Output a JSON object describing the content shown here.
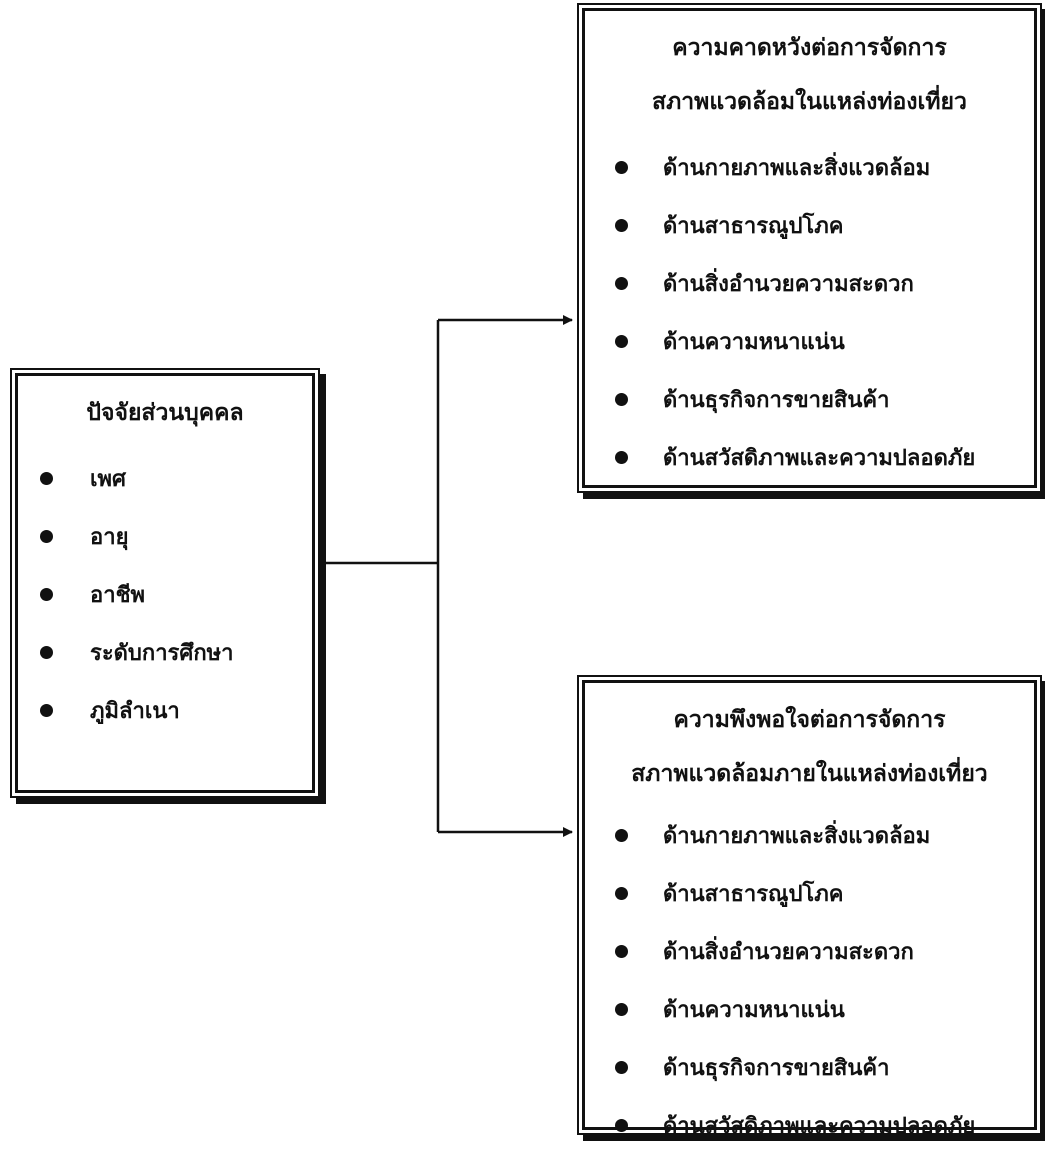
{
  "left_box": {
    "title": "ปัจจัยส่วนบุคคล",
    "items": [
      "เพศ",
      "อายุ",
      "อาชีพ",
      "ระดับการศึกษา",
      "ภูมิลำเนา"
    ]
  },
  "top_box": {
    "title_line1": "ความคาดหวังต่อการจัดการ",
    "title_line2": "สภาพแวดล้อมในแหล่งท่องเที่ยว",
    "items": [
      "ด้านกายภาพและสิ่งแวดล้อม",
      "ด้านสาธารณูปโภค",
      "ด้านสิ่งอำนวยความสะดวก",
      "ด้านความหนาแน่น",
      "ด้านธุรกิจการขายสินค้า",
      "ด้านสวัสดิภาพและความปลอดภัย"
    ]
  },
  "bottom_box": {
    "title_line1": "ความพึงพอใจต่อการจัดการ",
    "title_line2": "สภาพแวดล้อมภายในแหล่งท่องเที่ยว",
    "items": [
      "ด้านกายภาพและสิ่งแวดล้อม",
      "ด้านสาธารณูปโภค",
      "ด้านสิ่งอำนวยความสะดวก",
      "ด้านความหนาแน่น",
      "ด้านธุรกิจการขายสินค้า",
      "ด้านสวัสดิภาพและความปลอดภัย"
    ]
  }
}
